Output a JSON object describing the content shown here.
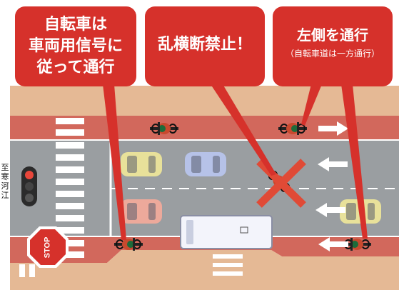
{
  "callouts": {
    "signal": "自転車は\n車両用信号に\n従って通行",
    "no_zigzag": "乱横断禁止！",
    "keep_left": "左側を通行",
    "keep_left_note": "（自転車道は一方通行）"
  },
  "stop_sign": "STOP",
  "side_label": [
    "至",
    "寒",
    "河",
    "江"
  ],
  "colors": {
    "callout_red": "#d6312b",
    "road_gray": "#9a9ea1",
    "bike_lane": "#d2685c",
    "sidewalk": "#e5b995",
    "cross_mark": "#e04a36"
  }
}
